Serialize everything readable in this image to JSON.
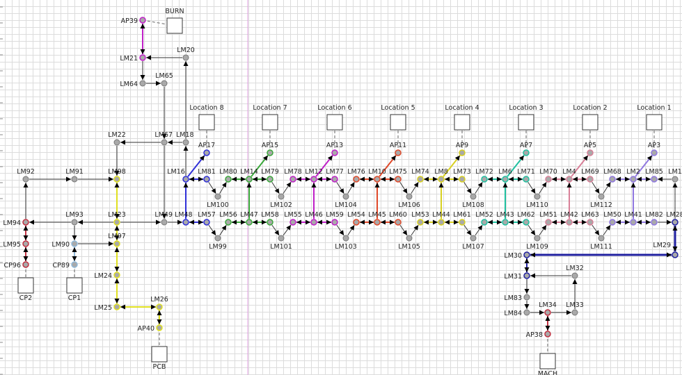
{
  "colors": {
    "node_fill": "#a9a9a9",
    "edge": "#222222",
    "guide_line": "#e0a0e0",
    "c16": "#3030d8",
    "c14": "#3aa83a",
    "c12": "#c020c8",
    "c10": "#e04828",
    "c8": "#d8d020",
    "c6": "#20c0a0",
    "c4": "#d88098",
    "c2": "#9078e0",
    "yellow": "#e0e020",
    "red": "#c03040",
    "lightblue": "#90b8d8",
    "navy": "#2020a0"
  },
  "locations": [
    "Location 8",
    "Location 7",
    "Location 6",
    "Location 5",
    "Location 4",
    "Location 3",
    "Location 2",
    "Location 1"
  ],
  "stations": {
    "burn": "BURN",
    "cp2": "CP2",
    "cp1": "CP1",
    "pcb": "PCB",
    "mach": "MACH"
  },
  "nodes": [
    "AP39",
    "LM21",
    "LM20",
    "LM64",
    "LM65",
    "LM22",
    "LM67",
    "LM18",
    "LM92",
    "LM91",
    "LM98",
    "LM16",
    "LM81",
    "LM80",
    "LM14",
    "LM79",
    "LM78",
    "LM12",
    "LM77",
    "LM76",
    "LM10",
    "LM75",
    "LM74",
    "LM8",
    "LM73",
    "LM72",
    "LM6",
    "LM71",
    "LM70",
    "LM4",
    "LM69",
    "LM68",
    "LM2",
    "LM85",
    "LM1",
    "LM100",
    "LM102",
    "LM104",
    "LM106",
    "LM108",
    "LM110",
    "LM112",
    "LM94",
    "LM93",
    "LM23",
    "LM49",
    "LM48",
    "LM57",
    "LM56",
    "LM47",
    "LM58",
    "LM55",
    "LM46",
    "LM59",
    "LM54",
    "LM45",
    "LM60",
    "LM53",
    "LM44",
    "LM61",
    "LM52",
    "LM43",
    "LM62",
    "LM51",
    "LM42",
    "LM63",
    "LM50",
    "LM41",
    "LM82",
    "LM28",
    "LM99",
    "LM101",
    "LM103",
    "LM105",
    "LM107",
    "LM109",
    "LM111",
    "LM95",
    "CP96",
    "LM90",
    "CP89",
    "LM97",
    "LM24",
    "LM25",
    "LM26",
    "AP40",
    "AP17",
    "AP15",
    "AP13",
    "AP11",
    "AP9",
    "AP7",
    "AP5",
    "AP3",
    "LM29",
    "LM30",
    "LM31",
    "LM32",
    "LM83",
    "LM84",
    "LM34",
    "LM33",
    "AP38"
  ]
}
